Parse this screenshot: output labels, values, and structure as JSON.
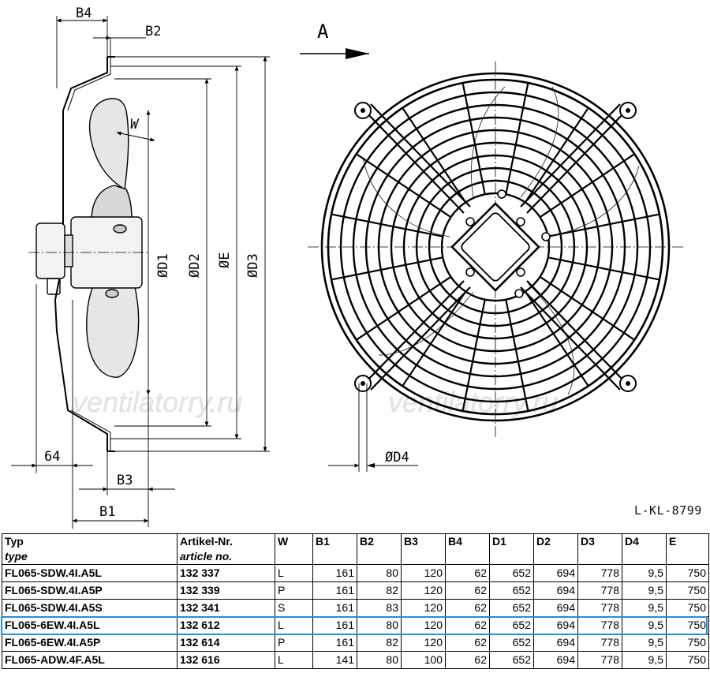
{
  "drawing": {
    "view_label": "A",
    "dim_labels": {
      "b4": "B4",
      "b2": "B2",
      "w": "W",
      "d1": "ØD1",
      "d2": "ØD2",
      "e": "ØE",
      "d3": "ØD3",
      "d4": "ØD4",
      "sixty_four": "64",
      "b3": "B3",
      "b1": "B1"
    },
    "watermark_left": "ventilatorry.ru",
    "watermark_right": "ventilatorry.ru",
    "reference": "L-KL-8799"
  },
  "table": {
    "headers": [
      {
        "main": "Typ",
        "sub": "type"
      },
      {
        "main": "Artikel-Nr.",
        "sub": "article no."
      },
      {
        "main": "W",
        "sub": ""
      },
      {
        "main": "B1",
        "sub": ""
      },
      {
        "main": "B2",
        "sub": ""
      },
      {
        "main": "B3",
        "sub": ""
      },
      {
        "main": "B4",
        "sub": ""
      },
      {
        "main": "D1",
        "sub": ""
      },
      {
        "main": "D2",
        "sub": ""
      },
      {
        "main": "D3",
        "sub": ""
      },
      {
        "main": "D4",
        "sub": ""
      },
      {
        "main": "E",
        "sub": ""
      }
    ],
    "rows": [
      [
        "FL065-SDW.4I.A5L",
        "132 337",
        "L",
        "161",
        "80",
        "120",
        "62",
        "652",
        "694",
        "778",
        "9,5",
        "750"
      ],
      [
        "FL065-SDW.4I.A5P",
        "132 339",
        "P",
        "161",
        "82",
        "120",
        "62",
        "652",
        "694",
        "778",
        "9,5",
        "750"
      ],
      [
        "FL065-SDW.4I.A5S",
        "132 341",
        "S",
        "161",
        "83",
        "120",
        "62",
        "652",
        "694",
        "778",
        "9,5",
        "750"
      ],
      [
        "FL065-6EW.4I.A5L",
        "132 612",
        "L",
        "161",
        "80",
        "120",
        "62",
        "652",
        "694",
        "778",
        "9,5",
        "750"
      ],
      [
        "FL065-6EW.4I.A5P",
        "132 614",
        "P",
        "161",
        "82",
        "120",
        "62",
        "652",
        "694",
        "778",
        "9,5",
        "750"
      ],
      [
        "FL065-ADW.4F.A5L",
        "132 616",
        "L",
        "141",
        "80",
        "100",
        "62",
        "652",
        "694",
        "778",
        "9,5",
        "750"
      ]
    ],
    "highlight_row": 3,
    "highlight_color": "#2a8fd0"
  }
}
